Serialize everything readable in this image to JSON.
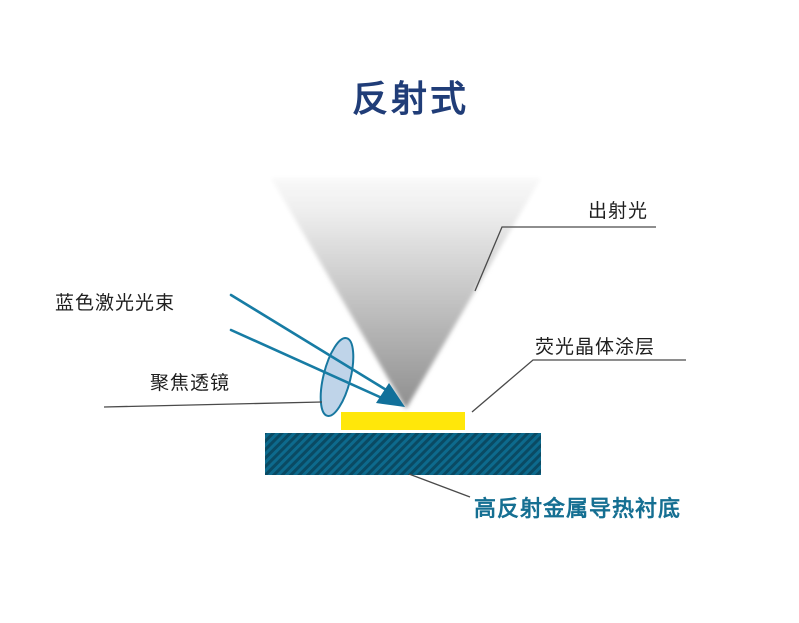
{
  "title": "反射式",
  "labels": {
    "exit_light": "出射光",
    "blue_laser_beam": "蓝色激光光束",
    "focusing_lens": "聚焦透镜",
    "phosphor_coating": "荧光晶体涂层",
    "substrate": "高反射金属导热衬底"
  },
  "colors": {
    "title_text": "#203d78",
    "label_text": "#1f1f1f",
    "substrate_label_text": "#156f92",
    "laser_teal": "#177ca4",
    "arrow_teal": "#11709a",
    "lens_fill": "#a9c6e2",
    "lens_stroke": "#1878a0",
    "phosphor_yellow": "#ffe70a",
    "substrate_base": "#0d6a8d",
    "substrate_hatch": "#0a4a63",
    "cone_top": "#efefef",
    "cone_bottom": "#8d8d8d",
    "leader_line": "#4a4a4a"
  }
}
